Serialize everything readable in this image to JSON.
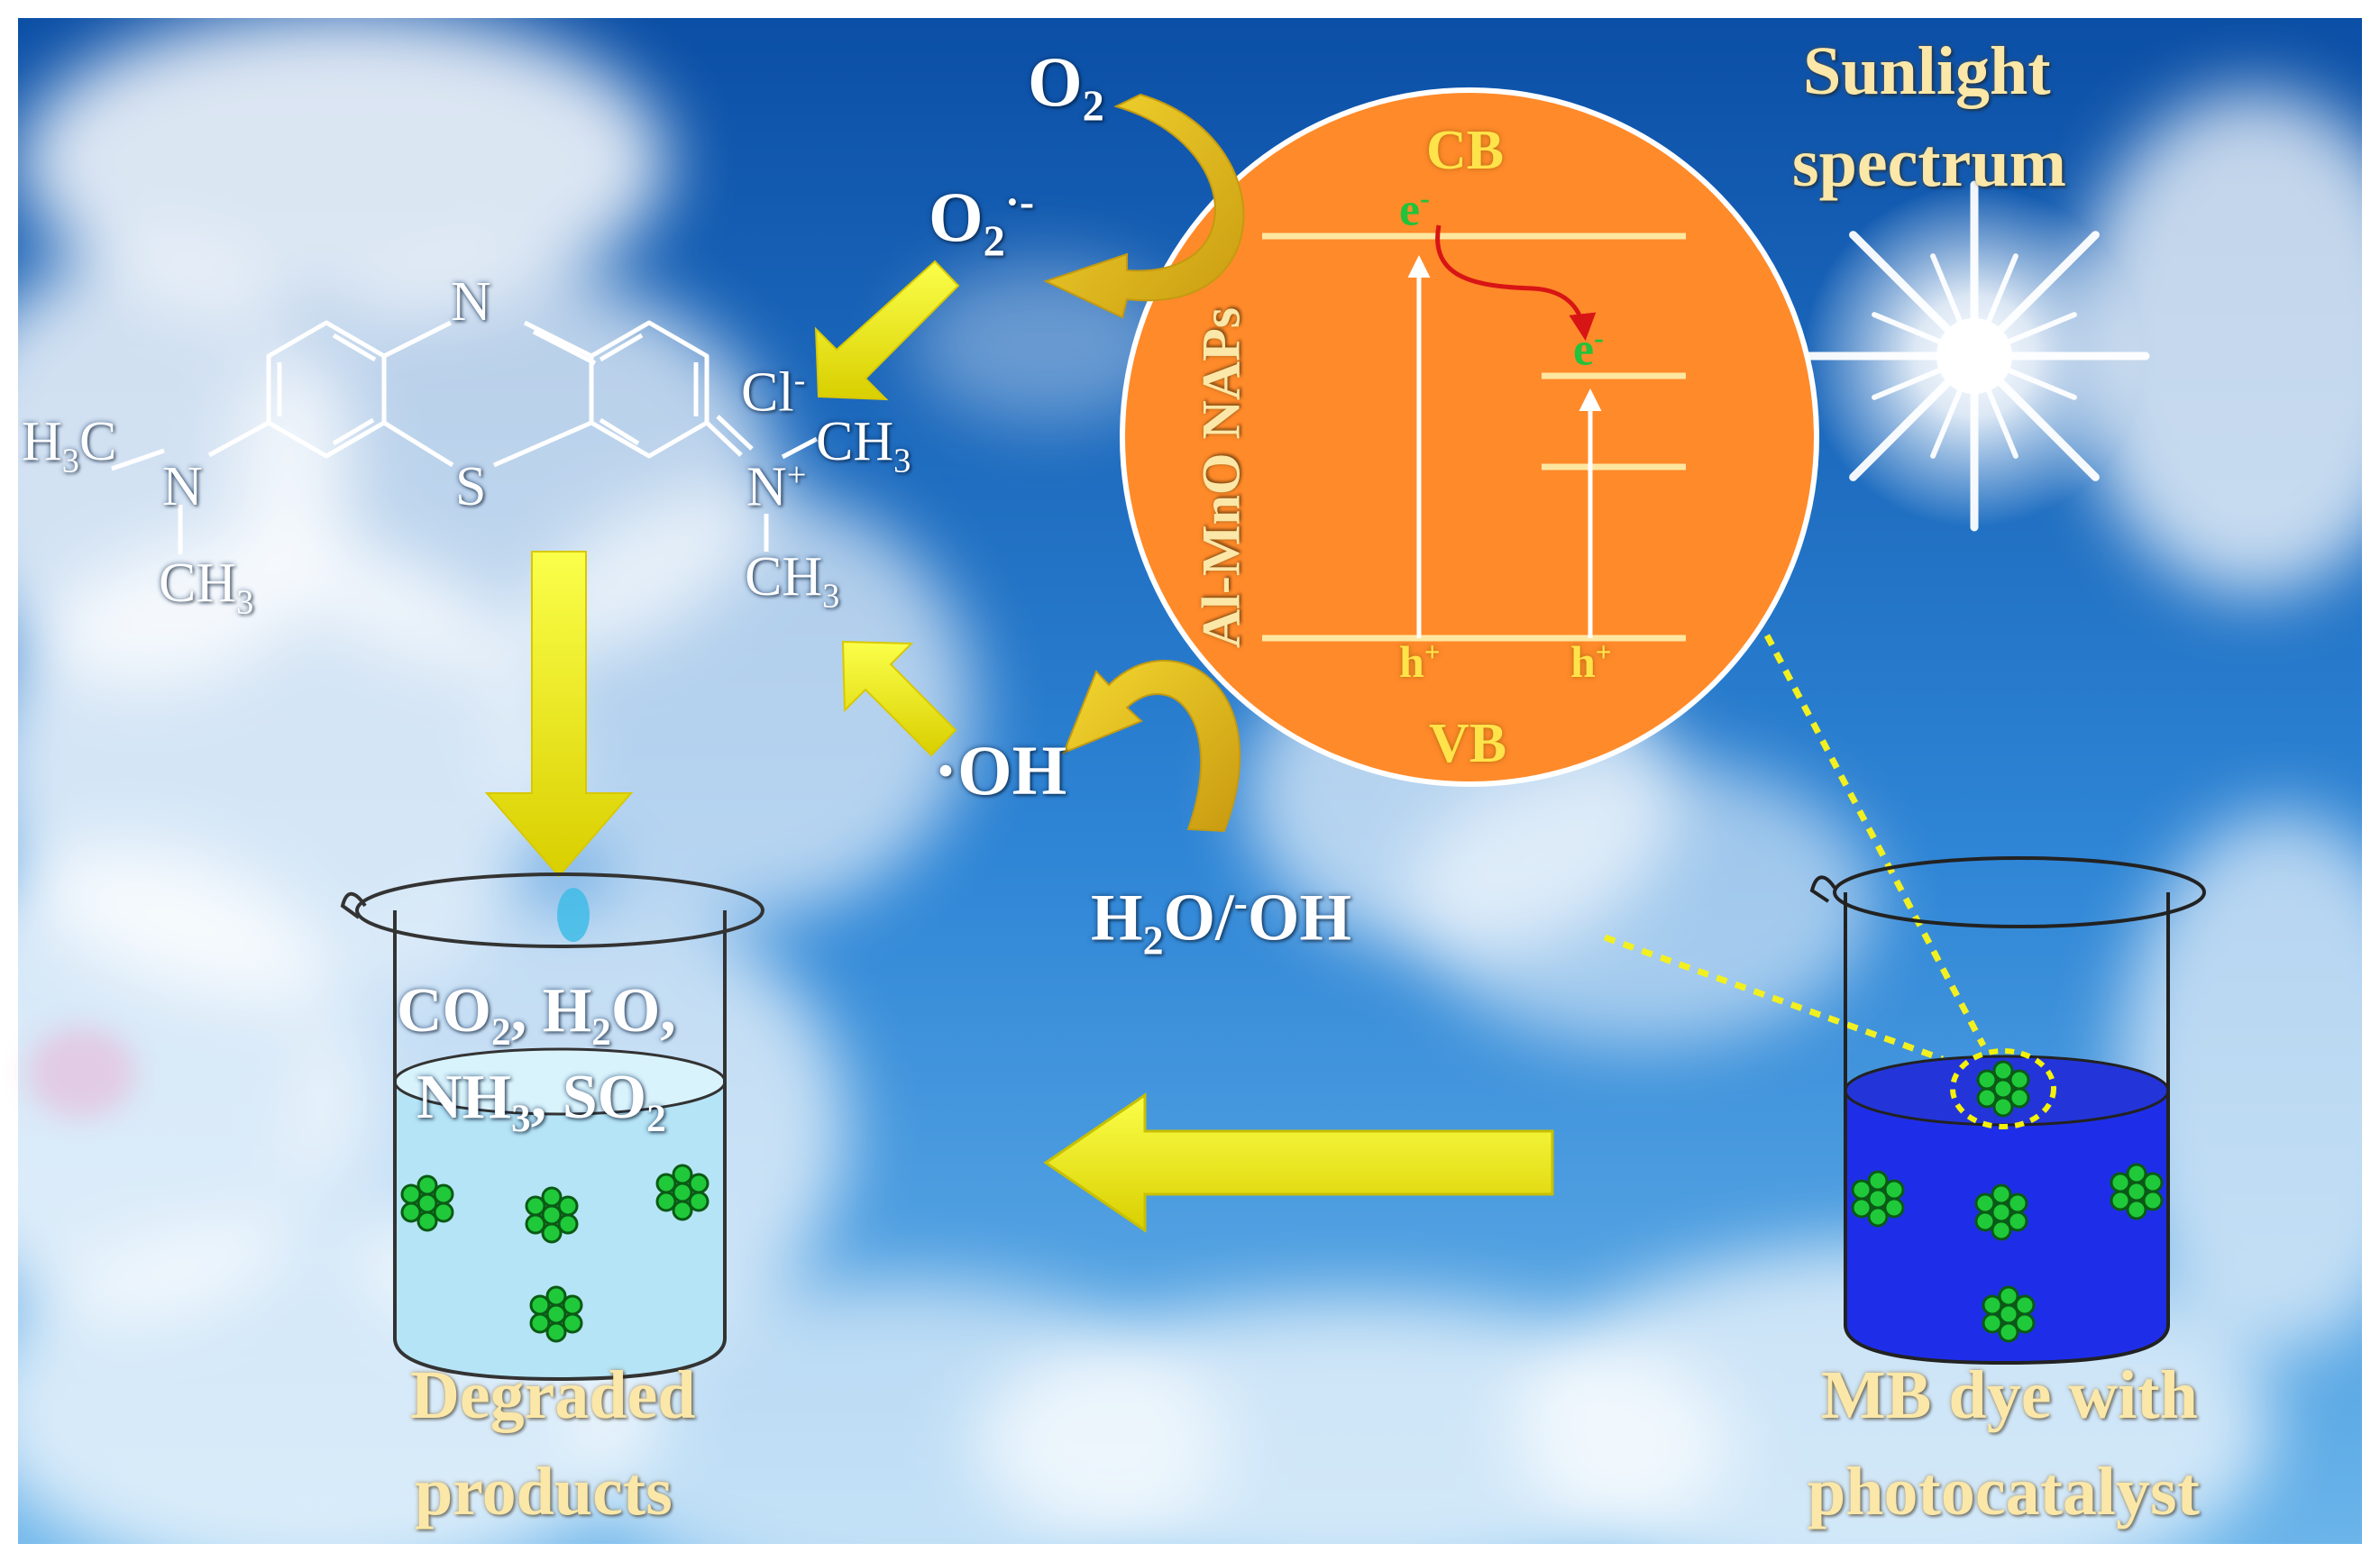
{
  "colors": {
    "sky_top": "#0b4fa6",
    "sky_bottom": "#6ab4ea",
    "circle_fill": "#ff8a2a",
    "band_line": "#fde7a0",
    "arrow_yellow": "#f5f20a",
    "curved_arrow": "#e8c420",
    "dye_blue": "#1e2ee8",
    "treated_water": "#b5e4f6",
    "nanoparticle": "#1fc93a"
  },
  "sunlight": {
    "line1": "Sunlight",
    "line2": "spectrum"
  },
  "band": {
    "cb": "CB",
    "vb": "VB",
    "catalyst": "Al-MnO NAPs",
    "electron": "e",
    "electron_sup": "-",
    "hole": "h",
    "hole_sup": "+"
  },
  "species": {
    "o2_base": "O",
    "o2_sub": "2",
    "superoxide_base": "O",
    "superoxide_sub": "2",
    "superoxide_sup": "·-",
    "hydroxyl_dot": "·",
    "hydroxyl": "OH",
    "water_h": "H",
    "water_sub": "2",
    "water_o": "O/",
    "water_sup": "-",
    "water_oh": "OH"
  },
  "molecule": {
    "n_top": "N",
    "s": "S",
    "h3c": "H",
    "h3c_sub": "3",
    "h3c_c": "C",
    "n_left": "N",
    "ch3_bottom": "CH",
    "ch3_bottom_sub": "3",
    "cl": "Cl",
    "cl_sup": "-",
    "n_plus": "N",
    "n_plus_sup": "+",
    "ch3_right": "CH",
    "ch3_right_sub": "3",
    "ch3_low": "CH",
    "ch3_low_sub": "3"
  },
  "products": {
    "co2": "CO",
    "co2_sub": "2",
    "h2o_h": ", H",
    "h2o_sub": "2",
    "h2o_o": "O,",
    "nh3": "NH",
    "nh3_sub": "3",
    "so2": ", SO",
    "so2_sub": "2"
  },
  "captions": {
    "degraded_1": "Degraded",
    "degraded_2": "products",
    "mb_1": "MB dye with",
    "mb_2": "photocatalyst"
  }
}
